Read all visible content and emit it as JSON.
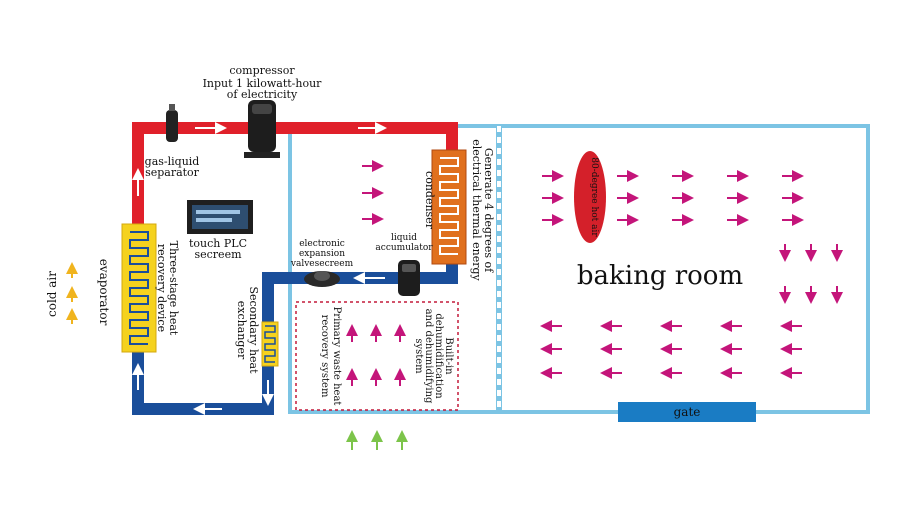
{
  "labels": {
    "compressor": "compressor",
    "compressor_input_line1": "Input 1 kilowatt-hour",
    "compressor_input_line2": "of electricity",
    "gas_liquid_separator_line1": "gas-liquid",
    "gas_liquid_separator_line2": "separator",
    "plc_line1": "touch PLC",
    "plc_line2": "secreem",
    "evaporator": "evaporator",
    "cold_air": "cold air",
    "three_stage_line1": "Three-stage heat",
    "three_stage_line2": "recovery device",
    "secondary_line1": "Secondary heat",
    "secondary_line2": "exchanger",
    "expansion_line1": "electronic",
    "expansion_line2": "expansion",
    "expansion_line3": "valvesecreem",
    "liquid_acc_line1": "liquid",
    "liquid_acc_line2": "accumulator",
    "condenser": "condenser",
    "generate_line1": "Generate 4 degrees of",
    "generate_line2": "electrical thermal energy",
    "primary_line1": "Primary waste heat",
    "primary_line2": "recovery system",
    "builtin_line1": "Built-in",
    "builtin_line2": "dehumidification",
    "builtin_line3": "and dehumidifying",
    "builtin_line4": "system",
    "hot_air": "80-degree hot air",
    "baking_room": "baking room",
    "gate": "gate"
  },
  "colors": {
    "hot_pipe": "#e0202a",
    "cold_pipe": "#1a4e9a",
    "room_border": "#7cc4e4",
    "gate": "#1a7cc4",
    "airflow_arrow": "#c4157a",
    "cold_air_arrow": "#f0b41e",
    "fresh_air_arrow": "#7cc44a",
    "coil_fill": "#f5d21e",
    "condenser_fill": "#e0701e",
    "hot_air_fill": "#d4202a"
  },
  "icons": [
    "compressor-icon",
    "gas-liquid-separator-icon",
    "plc-screen-icon",
    "expansion-valve-icon",
    "liquid-accumulator-icon",
    "evaporator-coil-icon",
    "condenser-coil-icon",
    "secondary-coil-icon"
  ]
}
